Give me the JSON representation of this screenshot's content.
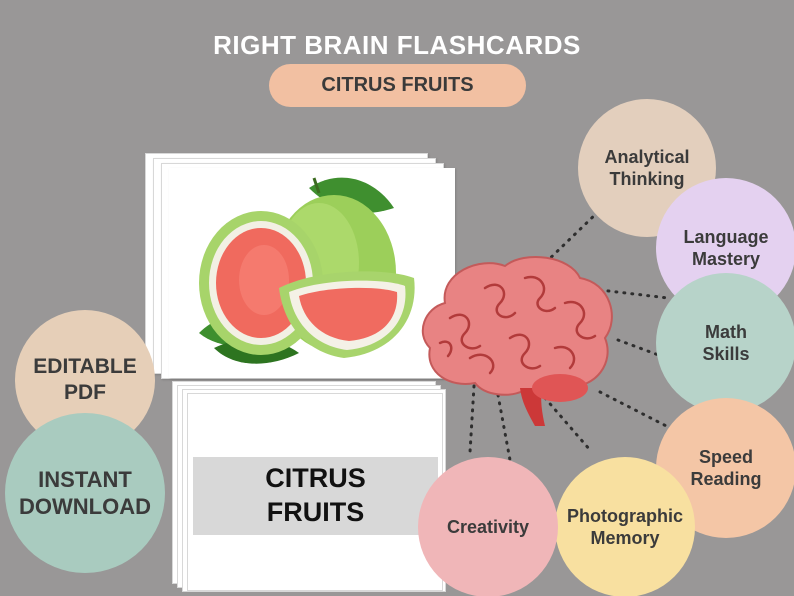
{
  "header": {
    "title": "RIGHT BRAIN FLASHCARDS",
    "subtitle": "CITRUS FRUITS"
  },
  "card": {
    "label_line1": "CITRUS",
    "label_line2": "FRUITS",
    "image_subject": "pomelo-fruit"
  },
  "left_badges": [
    {
      "line1": "EDITABLE",
      "line2": "PDF",
      "color": "#e6cfb8"
    },
    {
      "line1": "INSTANT",
      "line2": "DOWNLOAD",
      "color": "#a9cbbf"
    }
  ],
  "skills": [
    {
      "line1": "Analytical",
      "line2": "Thinking",
      "color": "#e3cfbd"
    },
    {
      "line1": "Language",
      "line2": "Mastery",
      "color": "#e4d1f0"
    },
    {
      "line1": "Math",
      "line2": "Skills",
      "color": "#b7d3c9"
    },
    {
      "line1": "Speed",
      "line2": "Reading",
      "color": "#f4c6a6"
    },
    {
      "line1": "Photographic",
      "line2": "Memory",
      "color": "#f8e0a0"
    },
    {
      "line1": "Creativity",
      "line2": "",
      "color": "#f0b6b8"
    }
  ],
  "brain": {
    "icon": "brain-icon",
    "color": "#e98080"
  }
}
